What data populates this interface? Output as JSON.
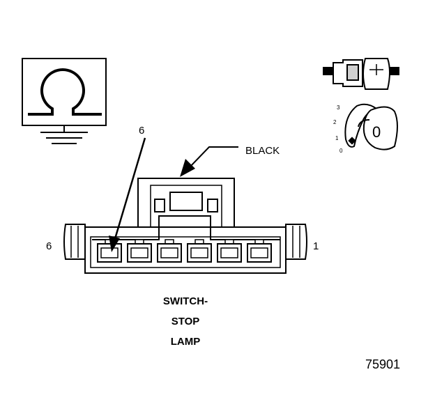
{
  "connector": {
    "color_label": "BLACK",
    "left_pin_label": "6",
    "right_pin_label": "1",
    "callout_pin_label": "6",
    "title_line1": "SWITCH-",
    "title_line2": "STOP",
    "title_line3": "LAMP",
    "pin_count": 6
  },
  "key_icon": {
    "positions": [
      "3",
      "2",
      "1",
      "0"
    ],
    "key_glyph": "0"
  },
  "figure_number": "75901",
  "icons": {
    "ground_symbol": "omega-ground-icon",
    "mating_connector": "connector-side-view-icon",
    "ignition_key": "ignition-key-icon"
  },
  "colors": {
    "line": "#000000",
    "background": "#ffffff",
    "shade": "#d0d0d0"
  }
}
